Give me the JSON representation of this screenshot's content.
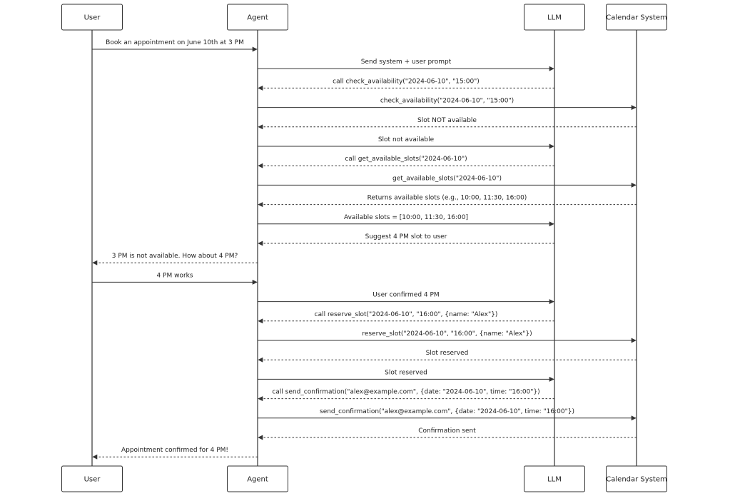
{
  "participants": [
    {
      "id": "user",
      "label": "User"
    },
    {
      "id": "agent",
      "label": "Agent"
    },
    {
      "id": "llm",
      "label": "LLM"
    },
    {
      "id": "calendar",
      "label": "Calendar System"
    }
  ],
  "messages": [
    {
      "from": "user",
      "to": "agent",
      "label": "Book an appointment on June 10th at 3 PM",
      "style": "solid"
    },
    {
      "from": "agent",
      "to": "llm",
      "label": "Send system + user prompt",
      "style": "solid"
    },
    {
      "from": "llm",
      "to": "agent",
      "label": "call check_availability(\"2024-06-10\", \"15:00\")",
      "style": "dashed"
    },
    {
      "from": "agent",
      "to": "calendar",
      "label": "check_availability(\"2024-06-10\", \"15:00\")",
      "style": "solid"
    },
    {
      "from": "calendar",
      "to": "agent",
      "label": "Slot NOT available",
      "style": "dashed"
    },
    {
      "from": "agent",
      "to": "llm",
      "label": "Slot not available",
      "style": "solid"
    },
    {
      "from": "llm",
      "to": "agent",
      "label": "call get_available_slots(\"2024-06-10\")",
      "style": "dashed"
    },
    {
      "from": "agent",
      "to": "calendar",
      "label": "get_available_slots(\"2024-06-10\")",
      "style": "solid"
    },
    {
      "from": "calendar",
      "to": "agent",
      "label": "Returns available slots (e.g., 10:00, 11:30, 16:00)",
      "style": "dashed"
    },
    {
      "from": "agent",
      "to": "llm",
      "label": "Available slots = [10:00, 11:30, 16:00]",
      "style": "solid"
    },
    {
      "from": "llm",
      "to": "agent",
      "label": "Suggest 4 PM slot to user",
      "style": "dashed"
    },
    {
      "from": "agent",
      "to": "user",
      "label": "3 PM is not available. How about 4 PM?",
      "style": "dashed"
    },
    {
      "from": "user",
      "to": "agent",
      "label": "4 PM works",
      "style": "solid"
    },
    {
      "from": "agent",
      "to": "llm",
      "label": "User confirmed 4 PM",
      "style": "solid"
    },
    {
      "from": "llm",
      "to": "agent",
      "label": "call reserve_slot(\"2024-06-10\", \"16:00\", {name: \"Alex\"})",
      "style": "dashed"
    },
    {
      "from": "agent",
      "to": "calendar",
      "label": "reserve_slot(\"2024-06-10\", \"16:00\", {name: \"Alex\"})",
      "style": "solid"
    },
    {
      "from": "calendar",
      "to": "agent",
      "label": "Slot reserved",
      "style": "dashed"
    },
    {
      "from": "agent",
      "to": "llm",
      "label": "Slot reserved",
      "style": "solid"
    },
    {
      "from": "llm",
      "to": "agent",
      "label": "call send_confirmation(\"alex@example.com\", {date: \"2024-06-10\", time: \"16:00\"})",
      "style": "dashed"
    },
    {
      "from": "agent",
      "to": "calendar",
      "label": "send_confirmation(\"alex@example.com\", {date: \"2024-06-10\", time: \"16:00\"})",
      "style": "solid"
    },
    {
      "from": "calendar",
      "to": "agent",
      "label": "Confirmation sent",
      "style": "dashed"
    },
    {
      "from": "agent",
      "to": "user",
      "label": "Appointment confirmed for 4 PM!",
      "style": "dashed"
    }
  ]
}
